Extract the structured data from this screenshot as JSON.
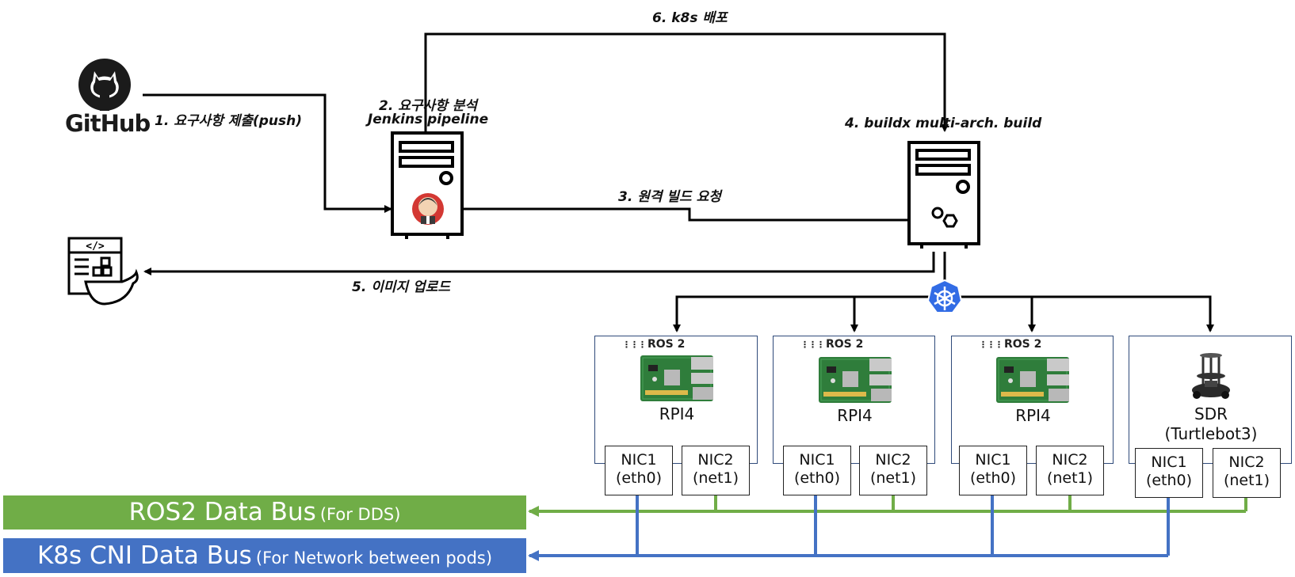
{
  "github": {
    "wordmark": "GitHub"
  },
  "steps": {
    "push": "1. 요구사항 제출(push)",
    "analyze_line1": "2. 요구사항 분석",
    "analyze_line2": "Jenkins pipeline",
    "remote_build": "3. 원격 빌드 요청",
    "buildx": "4. buildx multi-arch. build",
    "upload": "5. 이미지 업로드",
    "deploy": "6. k8s 배포"
  },
  "nodes": [
    {
      "logo": "ROS 2",
      "device": "RPI4",
      "device_sub": "",
      "icon": "raspberry-pi-board-icon",
      "nics": [
        {
          "name": "NIC1",
          "iface": "(eth0)"
        },
        {
          "name": "NIC2",
          "iface": "(net1)"
        }
      ]
    },
    {
      "logo": "ROS 2",
      "device": "RPI4",
      "device_sub": "",
      "icon": "raspberry-pi-board-icon",
      "nics": [
        {
          "name": "NIC1",
          "iface": "(eth0)"
        },
        {
          "name": "NIC2",
          "iface": "(net1)"
        }
      ]
    },
    {
      "logo": "ROS 2",
      "device": "RPI4",
      "device_sub": "",
      "icon": "raspberry-pi-board-icon",
      "nics": [
        {
          "name": "NIC1",
          "iface": "(eth0)"
        },
        {
          "name": "NIC2",
          "iface": "(net1)"
        }
      ]
    },
    {
      "logo": "",
      "device": "SDR",
      "device_sub": "(Turtlebot3)",
      "icon": "turtlebot-icon",
      "nics": [
        {
          "name": "NIC1",
          "iface": "(eth0)"
        },
        {
          "name": "NIC2",
          "iface": "(net1)"
        }
      ]
    }
  ],
  "buses": {
    "ros2": {
      "title": "ROS2 Data Bus",
      "note": "(For DDS)",
      "color": "#70ad47"
    },
    "k8s": {
      "title": "K8s CNI Data Bus",
      "note": "(For Network between pods)",
      "color": "#4472c4"
    }
  },
  "colors": {
    "line": "#000000",
    "node_border": "#2f4a7a",
    "k8s_logo": "#326ce5",
    "jenkins_red": "#d33833"
  }
}
